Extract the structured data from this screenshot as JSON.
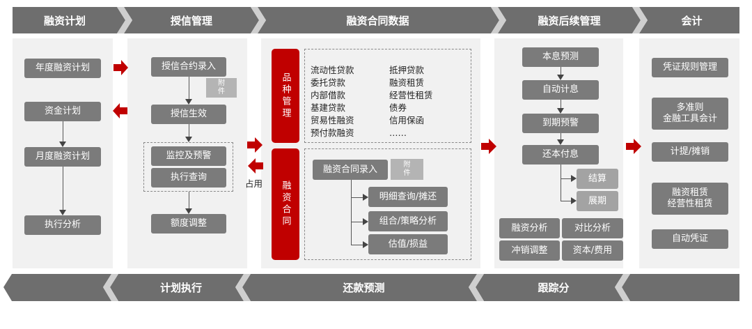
{
  "header": [
    "融资计划",
    "授信管理",
    "融资合同数据",
    "融资后续管理",
    "会计"
  ],
  "footer": [
    "计划执行",
    "还款预测",
    "跟踪分"
  ],
  "col1": [
    "年度融资计划",
    "资金计划",
    "月度融资计划",
    "执行分析"
  ],
  "col2": {
    "entry": "授信合约录入",
    "attach": [
      "附",
      "件"
    ],
    "effective": "授信生效",
    "monitor": "监控及预警",
    "query": "执行查询",
    "adjust": "额度调整",
    "occupy": "占用"
  },
  "col3": {
    "variety_label": "品种管理",
    "variety_left": [
      "流动性贷款",
      "委托贷款",
      "内部借款",
      "基建贷款",
      "贸易性融资",
      "预付款融资"
    ],
    "variety_right": [
      "抵押贷款",
      "融资租赁",
      "经营性租赁",
      "债券",
      "信用保函",
      "……"
    ],
    "contract_label": "融资合同",
    "contract_entry": "融资合同录入",
    "attach": [
      "附",
      "件"
    ],
    "subs": [
      "明细查询/摊还",
      "组合/策略分析",
      "估值/损益"
    ]
  },
  "col4": {
    "flow": [
      "本息预测",
      "自动计息",
      "到期预警",
      "还本付息"
    ],
    "branches": [
      "结算",
      "展期"
    ],
    "grid": [
      "融资分析",
      "对比分析",
      "冲销调整",
      "资本/费用"
    ]
  },
  "col5": [
    "凭证规则管理",
    "多准则\n金融工具会计",
    "计提/摊销",
    "融资租赁\n经营性租赁",
    "自动凭证"
  ],
  "colors": {
    "accent": "#c00000",
    "box": "#7b7b7b",
    "bar": "#6e6e6e"
  }
}
